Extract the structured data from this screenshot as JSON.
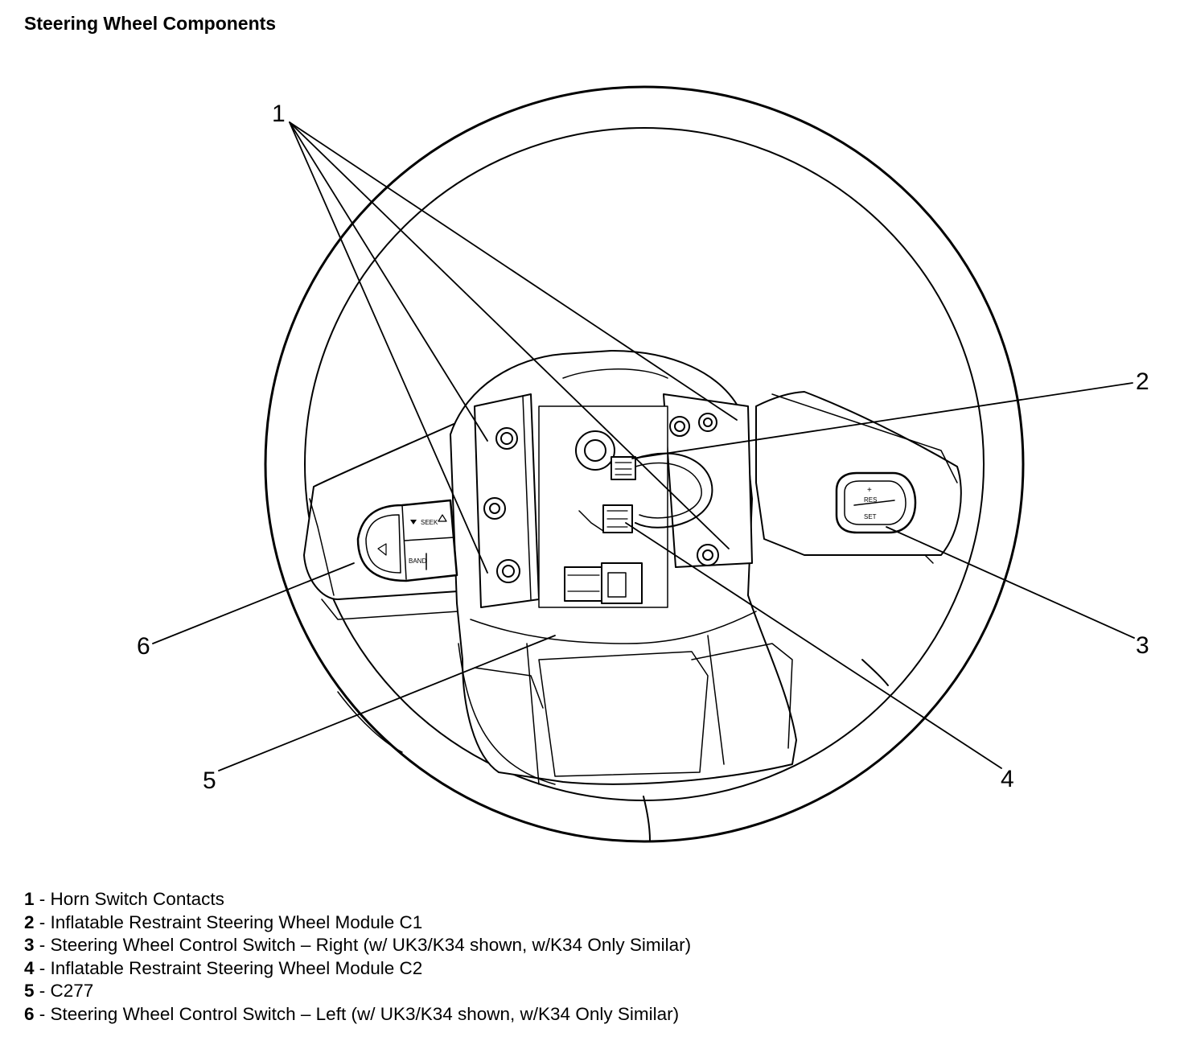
{
  "title": "Steering Wheel Components",
  "callouts": [
    "1",
    "2",
    "3",
    "4",
    "5",
    "6"
  ],
  "switch_labels": {
    "right_top": "+",
    "right_mid": "RES",
    "right_bottom": "SET",
    "left_top": "SEEK",
    "left_bottom": "BAND"
  },
  "legend": [
    {
      "num": "1",
      "sep": " - ",
      "text": "Horn Switch Contacts"
    },
    {
      "num": "2",
      "sep": " - ",
      "text": "Inflatable Restraint Steering Wheel Module C1"
    },
    {
      "num": "3",
      "sep": " - ",
      "text": "Steering Wheel Control Switch – Right (w/ UK3/K34 shown, w/K34 Only Similar)"
    },
    {
      "num": "4",
      "sep": " - ",
      "text": "Inflatable Restraint Steering Wheel Module C2"
    },
    {
      "num": "5",
      "sep": " - ",
      "text": "C277"
    },
    {
      "num": "6",
      "sep": " - ",
      "text": "Steering Wheel Control Switch – Left (w/ UK3/K34 shown, w/K34 Only Similar)"
    }
  ]
}
